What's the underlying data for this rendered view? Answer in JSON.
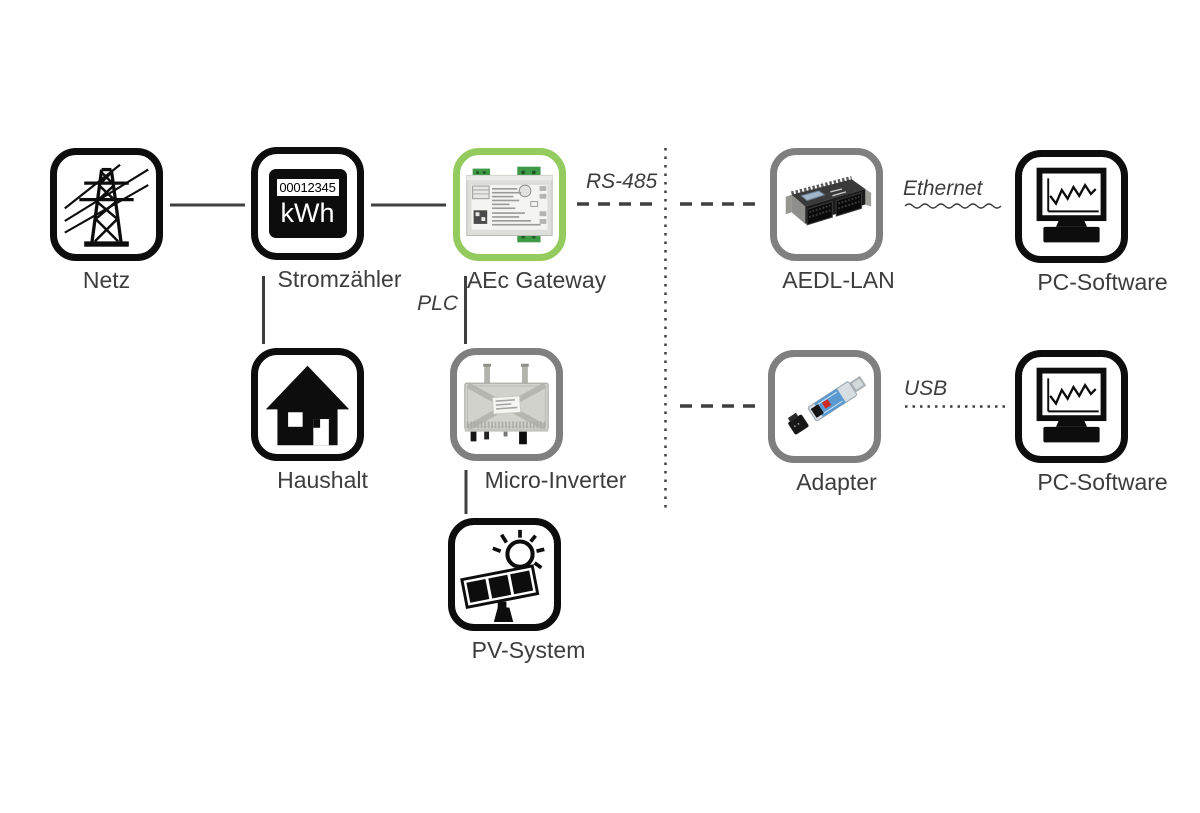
{
  "nodes": {
    "netz": {
      "label": "Netz",
      "icon": "power-tower-icon",
      "border": "black"
    },
    "stromzaehler": {
      "label": "Stromzähler",
      "icon": "energy-meter-icon",
      "border": "black"
    },
    "aec_gateway": {
      "label": "AEc Gateway",
      "icon": "gateway-device-photo",
      "border": "green"
    },
    "aedl_lan": {
      "label": "AEDL-LAN",
      "icon": "datalogger-device-photo",
      "border": "gray"
    },
    "pc_software_top": {
      "label": "PC-Software",
      "icon": "monitor-chart-icon",
      "border": "black"
    },
    "haushalt": {
      "label": "Haushalt",
      "icon": "house-icon",
      "border": "black"
    },
    "micro_inverter": {
      "label": "Micro-Inverter",
      "icon": "inverter-device-photo",
      "border": "gray"
    },
    "adapter": {
      "label": "Adapter",
      "icon": "usb-adapter-photo",
      "border": "gray"
    },
    "pc_software_bottom": {
      "label": "PC-Software",
      "icon": "monitor-chart-icon",
      "border": "black"
    },
    "pv_system": {
      "label": "PV-System",
      "icon": "solar-panel-sun-icon",
      "border": "black"
    }
  },
  "meter_display": {
    "reading": "00012345",
    "unit": "kWh"
  },
  "connection_labels": {
    "rs485": "RS-485",
    "plc": "PLC",
    "ethernet": "Ethernet",
    "usb": "USB"
  },
  "connections": [
    {
      "from": "netz",
      "to": "stromzaehler",
      "style": "solid"
    },
    {
      "from": "stromzaehler",
      "to": "aec_gateway",
      "style": "solid"
    },
    {
      "from": "stromzaehler",
      "to": "haushalt",
      "style": "solid"
    },
    {
      "from": "aec_gateway",
      "to": "micro_inverter",
      "style": "solid",
      "label": "PLC"
    },
    {
      "from": "micro_inverter",
      "to": "pv_system",
      "style": "solid"
    },
    {
      "from": "aec_gateway",
      "to": "aedl_lan",
      "style": "dashed",
      "label": "RS-485"
    },
    {
      "from": "separator",
      "to": "adapter",
      "style": "dashed"
    },
    {
      "from": "aedl_lan",
      "to": "pc_software_top",
      "style": "wavy",
      "label": "Ethernet"
    },
    {
      "from": "adapter",
      "to": "pc_software_bottom",
      "style": "dotted",
      "label": "USB"
    }
  ],
  "colors": {
    "accent_green": "#93cb5f",
    "box_gray": "#7f7f7f",
    "box_black": "#0d0d0d",
    "line_gray": "#3f3f3f",
    "text_gray": "#3d3d3d",
    "background": "#ffffff"
  }
}
